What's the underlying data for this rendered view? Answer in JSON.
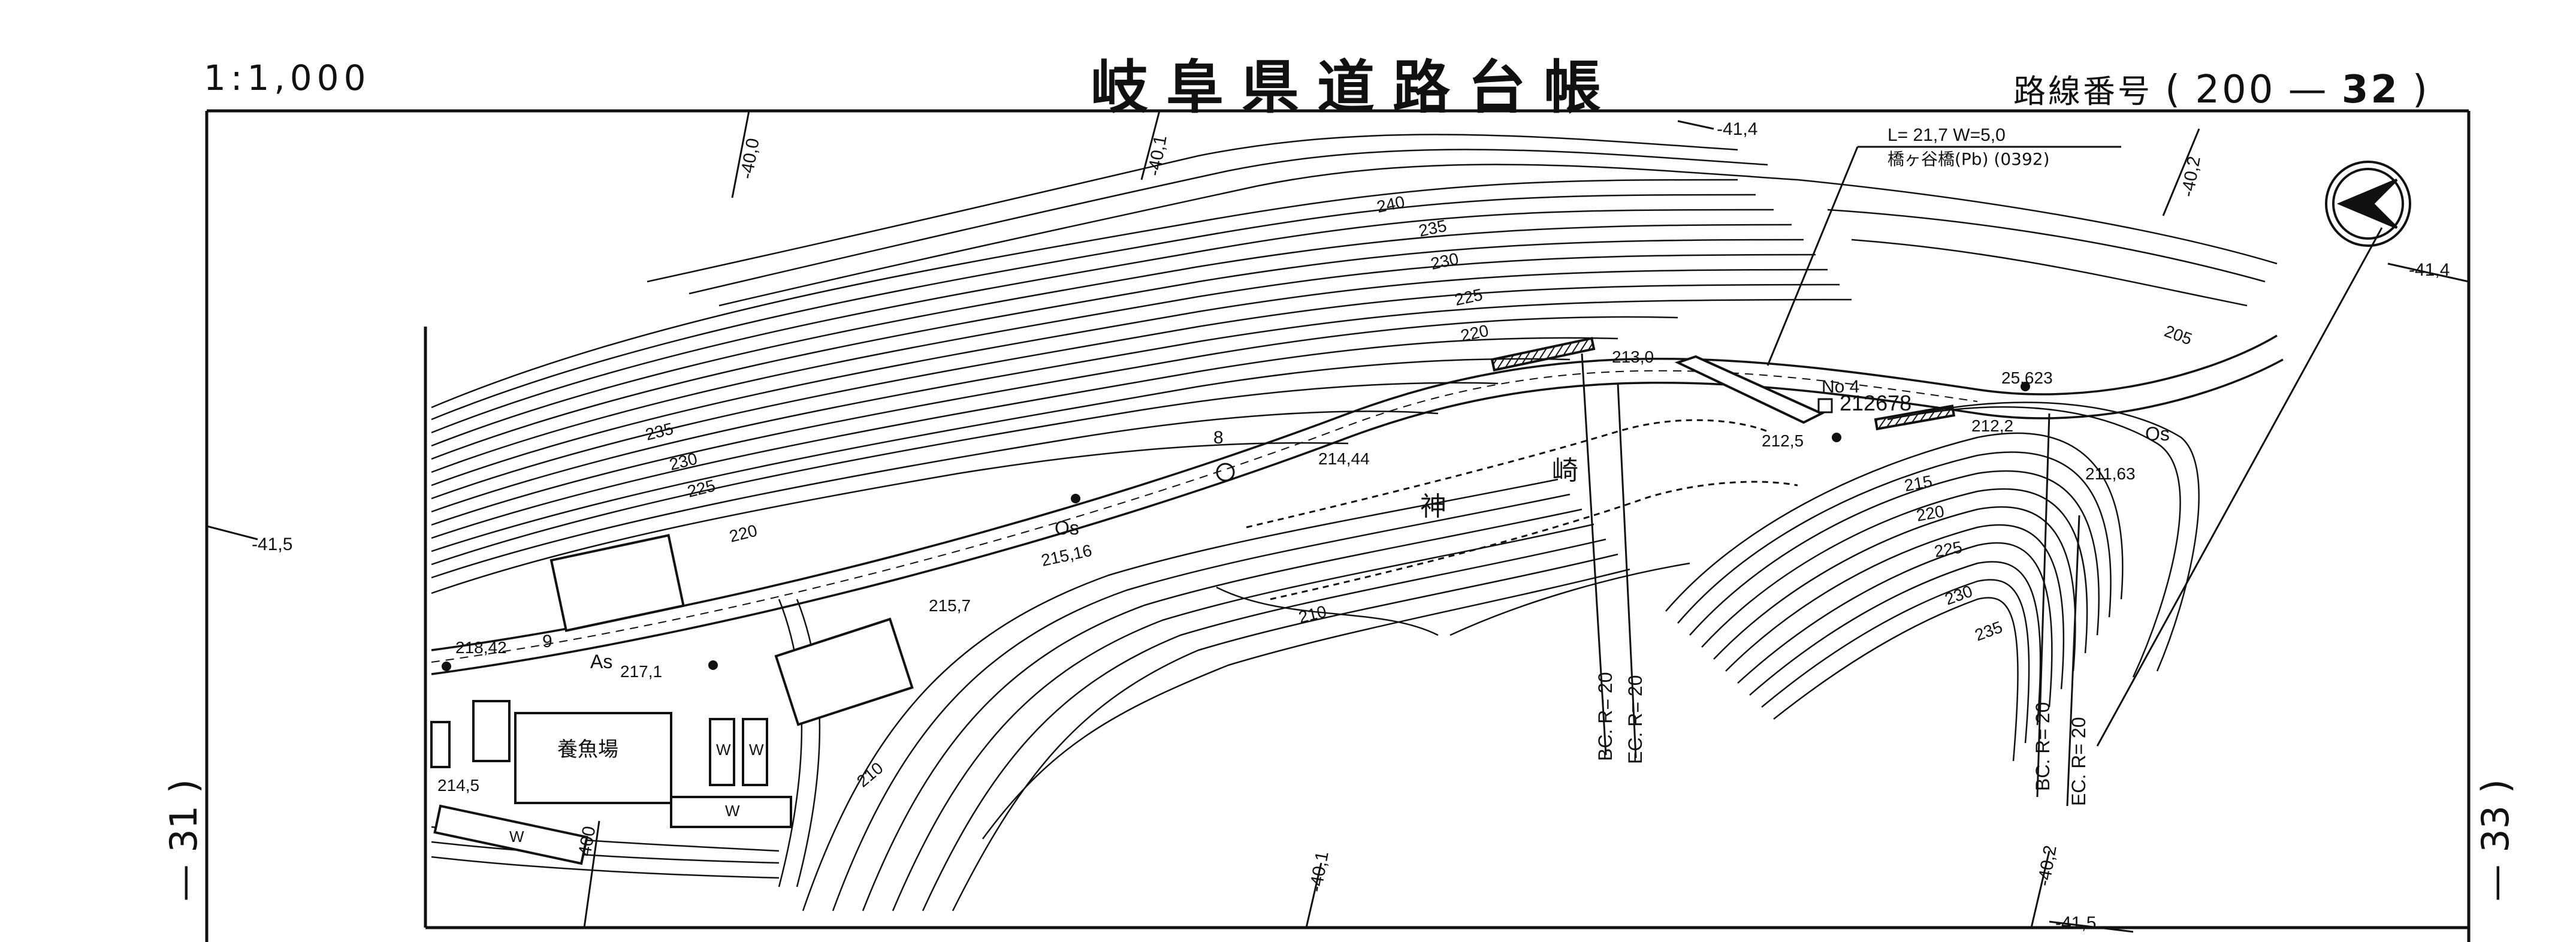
{
  "header": {
    "scale": "1:1,000",
    "title": "岐阜県道路台帳",
    "route_label": "路線番号",
    "route_open": "(",
    "route_a": "200",
    "route_dash": "—",
    "route_b": "32",
    "route_close": ")"
  },
  "sheet": {
    "prev": "— 31 )",
    "next": "— 33 )"
  },
  "grid_labels": {
    "g400_top": "-40,0",
    "g401_top": "-40,1",
    "g414_top": "-41,4",
    "g402_top": "-40,2",
    "g414_right": "-41,4",
    "g415_left": "-41,5",
    "g400_bottom": "400",
    "g401_bottom": "-40,1",
    "g402_bottom": "-40,2",
    "g415_bottom": "-41,5"
  },
  "bridge": {
    "dims": "L= 21,7  W=5,0",
    "name": "橋ヶ谷橋(Pb) (0392)",
    "no": "No 4",
    "elev": "212678"
  },
  "place_name_1": "神",
  "place_name_2": "崎",
  "facility": "養魚場",
  "road_code_As": "As",
  "road_code_Os1": "Os",
  "road_code_Os2": "Os",
  "building_w": [
    "W",
    "W",
    "W",
    "W"
  ],
  "curves": {
    "bc1": "BC. R= 20",
    "ec1": "EC. R= 20",
    "bc2": "BC. R= 20",
    "ec2": "EC. R= 20"
  },
  "contour_labels": {
    "c240": "240",
    "c235a": "235",
    "c230a": "230",
    "c225a": "225",
    "c220a": "220",
    "c235b": "235",
    "c230b": "230",
    "c225b": "225",
    "c220b": "220",
    "c215a": "215,7",
    "c210a": "210",
    "c210b": "210",
    "c215b": "215",
    "c220c": "220",
    "c225c": "225",
    "c230c": "230",
    "c235c": "235",
    "c205": "205"
  },
  "spot_heights": {
    "h21842": "218,42",
    "h2171": "217,1",
    "h2145": "214,5",
    "h21444": "214,44",
    "h21516": "215,16",
    "h2130": "213,0",
    "h2125": "212,5",
    "h2122": "212,2",
    "h25623": "25,623",
    "h21163": "211,63"
  },
  "station_8": "8",
  "station_9": "9"
}
